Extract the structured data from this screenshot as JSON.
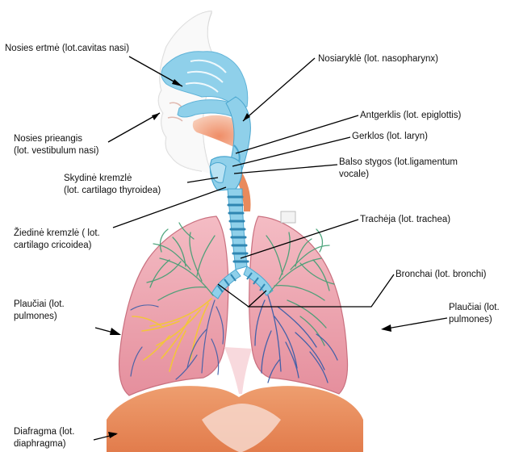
{
  "labels": {
    "nasal_cavity": "Nosies ertmė (lot.cavitas nasi)",
    "nasopharynx": "Nosiaryklė (lot. nasopharynx)",
    "epiglottis": "Antgerklis (lot. epiglottis)",
    "larynx": "Gerklos (lot. laryn)",
    "vocal_cords_1": "Balso stygos (lot.ligamentum",
    "vocal_cords_2": "vocale)",
    "nasal_vestibule_1": "Nosies prieangis",
    "nasal_vestibule_2": "(lot. vestibulum nasi)",
    "thyroid_cartilage_1": "Skydinė kremzlė",
    "thyroid_cartilage_2": "(lot. cartilago thyroidea)",
    "cricoid_cartilage_1": "Žiedinė kremzlė ( lot.",
    "cricoid_cartilage_2": "cartilago cricoidea)",
    "trachea": "Trachėja (lot. trachea)",
    "bronchi": "Bronchai (lot. bronchi)",
    "lungs_left_1": "Plaučiai (lot.",
    "lungs_left_2": "pulmones)",
    "lungs_right_1": "Plaučiai (lot.",
    "lungs_right_2": "pulmones)",
    "diaphragm_1": "Diafragma (lot.",
    "diaphragm_2": "diaphragma)"
  },
  "colors": {
    "airway": "#8fd0ea",
    "airway_dark": "#4aa6cf",
    "lung": "#e79aa7",
    "lung_edge": "#c9707f",
    "diaphragm": "#e98f62",
    "bronchiole_green": "#3f9e72",
    "bronchiole_blue": "#3c5ea8",
    "bronchiole_yellow": "#f3c53b"
  }
}
